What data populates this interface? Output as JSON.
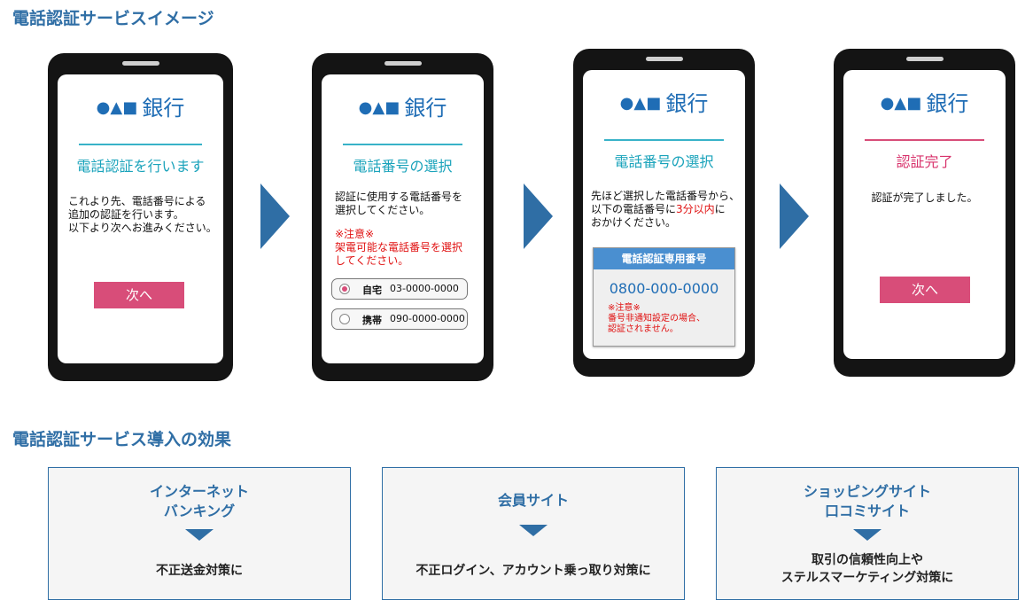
{
  "headings": {
    "image": "電話認証サービスイメージ",
    "effects": "電話認証サービス導入の効果"
  },
  "logo": {
    "symbols": "●▲■",
    "name": "銀行"
  },
  "screen1": {
    "title": "電話認証を行います",
    "lines": [
      "これより先、電話番号による",
      "追加の認証を行います。",
      "以下より次へお進みください。"
    ],
    "button": "次へ"
  },
  "screen2": {
    "title": "電話番号の選択",
    "lines": [
      "認証に使用する電話番号を",
      "選択してください。"
    ],
    "note": [
      "※注意※",
      "架電可能な電話番号を選択",
      "してください。"
    ],
    "options": [
      {
        "label": "自宅",
        "number": "03-0000-0000",
        "selected": true
      },
      {
        "label": "携帯",
        "number": "090-0000-0000",
        "selected": false
      }
    ]
  },
  "screen3": {
    "title": "電話番号の選択",
    "line1": "先ほど選択した電話番号から、",
    "line2_prefix": "以下の電話番号に",
    "line2_highlight": "3分以内",
    "line2_suffix": "に",
    "line3": "おかけください。",
    "box_header": "電話認証専用番号",
    "box_number": "0800-000-0000",
    "box_note": [
      "※注意※",
      "番号非通知設定の場合、",
      "認証されません。"
    ]
  },
  "screen4": {
    "title": "認証完了",
    "line": "認証が完了しました。",
    "button": "次へ"
  },
  "effects": [
    {
      "title": [
        "インターネット",
        "バンキング"
      ],
      "desc": [
        "不正送金対策に"
      ]
    },
    {
      "title": [
        "会員サイト"
      ],
      "desc": [
        "不正ログイン、アカウント乗っ取り対策に"
      ]
    },
    {
      "title": [
        "ショッピングサイト",
        "口コミサイト"
      ],
      "desc": [
        "取引の信頼性向上や",
        "ステルスマーケティング対策に"
      ]
    }
  ],
  "colors": {
    "accent_blue": "#2f6ea5",
    "teal": "#1aa3bb",
    "pink": "#d84d79",
    "logo_blue": "#1f6db5",
    "alert_red": "#e01010"
  }
}
